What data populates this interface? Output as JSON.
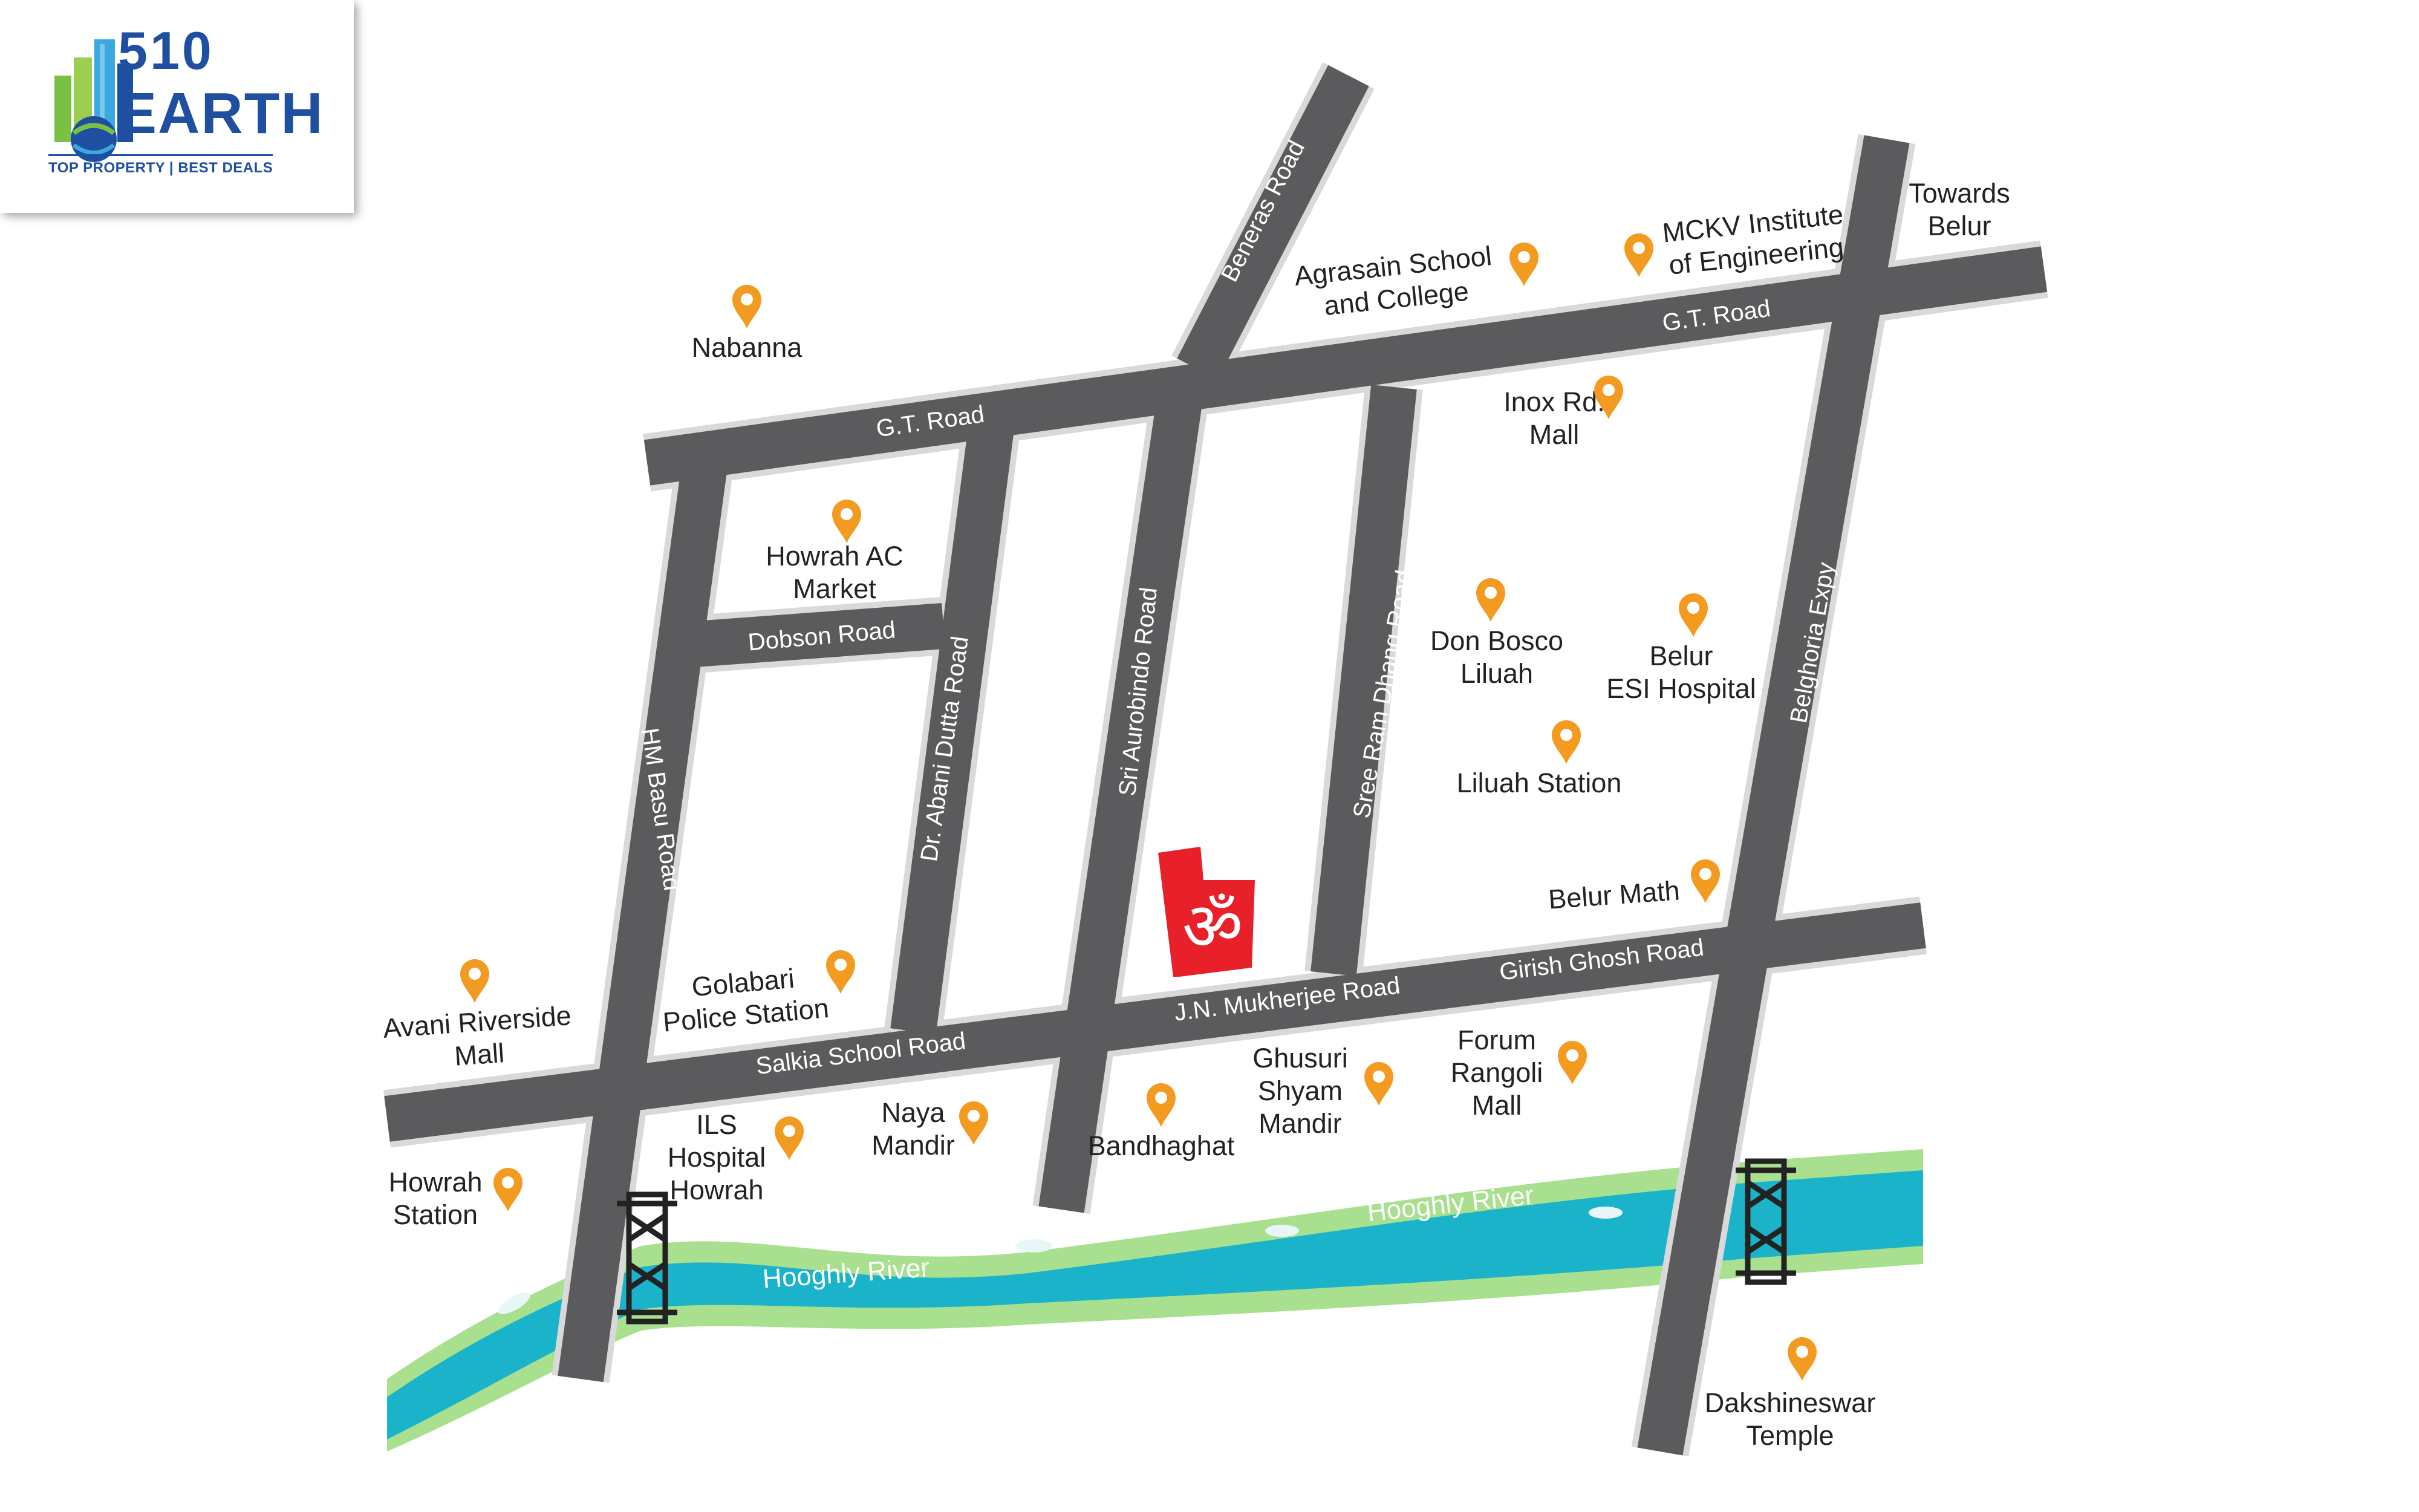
{
  "brand": {
    "number": "510",
    "word": "EARTH",
    "tagline": "TOP PROPERTY | BEST DEALS",
    "colors": {
      "primary": "#1e4fa1",
      "green": "#7ac143",
      "sky": "#39a9e0"
    }
  },
  "colors": {
    "road": "#5b5b5e",
    "road_edge": "#d9d9d9",
    "river": "#1bb3c9",
    "river_bank": "#a8e08f",
    "pin": "#f39a21",
    "project_marker": "#e8202a"
  },
  "roads": {
    "gt_road_west": "G.T. Road",
    "gt_road_east": "G.T. Road",
    "beneras_road": "Beneras Road",
    "dobson_road": "Dobson Road",
    "hm_basu_road": "HM Basu Road",
    "abani_dutta_road": "Dr. Abani Dutta Road",
    "sri_aurobindo_road": "Sri Aurobindo Road",
    "sree_ram_dhang_road": "Sree Ram Dhang Road",
    "belghoria_expy": "Belghoria Expy",
    "salkia_school_road": "Salkia School Road",
    "jn_mukherjee_road": "J.N. Mukherjee Road",
    "girish_ghosh_road": "Girish Ghosh Road"
  },
  "river": {
    "label_west": "Hooghly River",
    "label_east": "Hooghly River"
  },
  "places": {
    "nabanna": [
      "Nabanna"
    ],
    "agrasain": [
      "Agrasain School",
      "and College"
    ],
    "mckv": [
      "MCKV Institute",
      "of Engineering"
    ],
    "towards_belur": [
      "Towards",
      "Belur"
    ],
    "inox": [
      "Inox Rd.",
      "Mall"
    ],
    "howrah_ac": [
      "Howrah AC",
      "Market"
    ],
    "don_bosco": [
      "Don Bosco",
      "Liluah"
    ],
    "belur_esi": [
      "Belur",
      "ESI Hospital"
    ],
    "liluah_station": [
      "Liluah Station"
    ],
    "belur_math": [
      "Belur Math"
    ],
    "golabari": [
      "Golabari",
      "Police Station"
    ],
    "avani": [
      "Avani Riverside",
      "Mall"
    ],
    "forum": [
      "Forum",
      "Rangoli",
      "Mall"
    ],
    "ghusuri": [
      "Ghusuri",
      "Shyam",
      "Mandir"
    ],
    "naya_mandir": [
      "Naya",
      "Mandir"
    ],
    "bandhaghat": [
      "Bandhaghat"
    ],
    "ils": [
      "ILS",
      "Hospital",
      "Howrah"
    ],
    "howrah_station": [
      "Howrah",
      "Station"
    ],
    "dakshineswar": [
      "Dakshineswar",
      "Temple"
    ]
  },
  "project": {
    "icon": "project-location-marker-icon"
  }
}
